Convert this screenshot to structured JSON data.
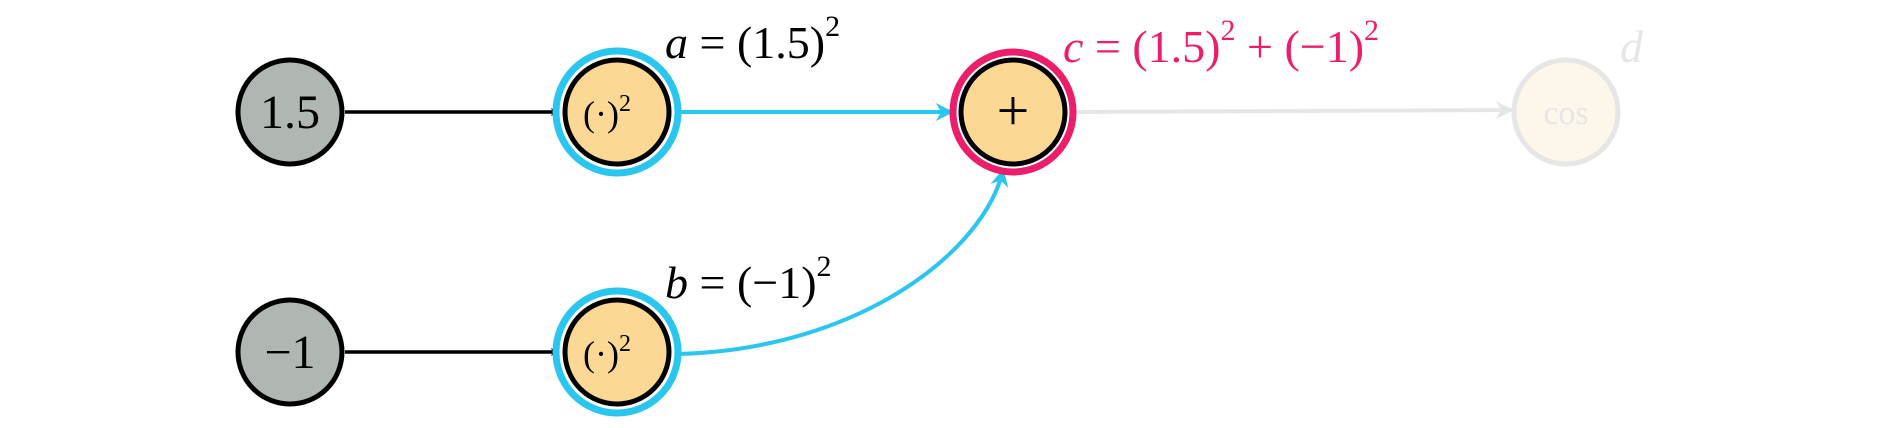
{
  "colors": {
    "input_fill": "#b0b7b3",
    "op_fill": "#fbd994",
    "active_ring": "#2ac6ef",
    "result_ring": "#ec1d6a",
    "faded": "#e6e6e6",
    "faded_fill": "#fdf6ea",
    "stroke": "#000000"
  },
  "nodes": {
    "in1": {
      "label": "1.5",
      "kind": "input"
    },
    "in2": {
      "label": "−1",
      "kind": "input"
    },
    "sq1": {
      "label_base": "(·)",
      "label_exp": "2",
      "kind": "operation",
      "ring": "active"
    },
    "sq2": {
      "label_base": "(·)",
      "label_exp": "2",
      "kind": "operation",
      "ring": "active"
    },
    "add": {
      "label": "+",
      "kind": "operation",
      "ring": "result"
    },
    "cos": {
      "label": "cos",
      "kind": "operation",
      "faded": true
    }
  },
  "annotations": {
    "a": {
      "var": "a",
      "eq": " = (1.5)",
      "exp": "2"
    },
    "b": {
      "var": "b",
      "eq": " = (−1)",
      "exp": "2"
    },
    "c": {
      "var": "c",
      "eq": " = (1.5)",
      "exp1": "2",
      "mid": " + (−1)",
      "exp2": "2"
    },
    "d": {
      "var": "d"
    }
  }
}
